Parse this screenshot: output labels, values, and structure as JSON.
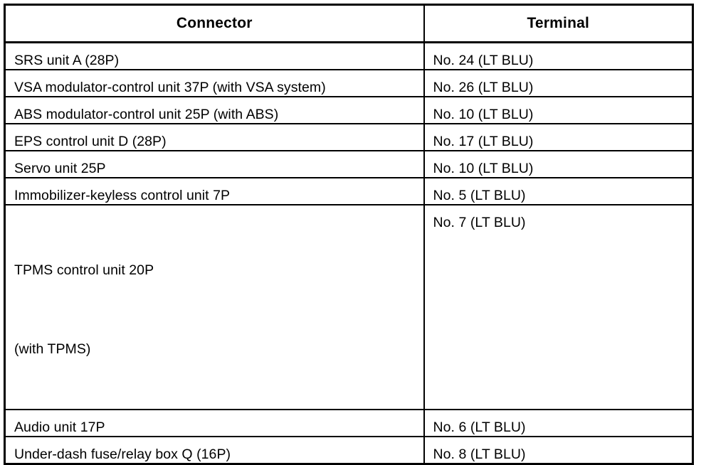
{
  "table": {
    "headers": {
      "connector": "Connector",
      "terminal": "Terminal"
    },
    "rows": [
      {
        "connector": "SRS unit A (28P)",
        "terminal": "No. 24 (LT BLU)"
      },
      {
        "connector": "VSA modulator-control unit 37P (with VSA system)",
        "terminal": "No. 26 (LT BLU)"
      },
      {
        "connector": "ABS modulator-control unit 25P (with ABS)",
        "terminal": "No. 10 (LT BLU)"
      },
      {
        "connector": "EPS control unit D (28P)",
        "terminal": "No. 17 (LT BLU)"
      },
      {
        "connector": "Servo unit 25P",
        "terminal": "No. 10 (LT BLU)"
      },
      {
        "connector": "Immobilizer-keyless control unit 7P",
        "terminal": "No. 5 (LT BLU)"
      },
      {
        "connector_line1": "TPMS control unit 20P",
        "connector_line2": "(with TPMS)",
        "terminal": "No. 7 (LT BLU)"
      },
      {
        "connector": "Audio unit 17P",
        "terminal": "No. 6 (LT BLU)"
      },
      {
        "connector": "Under-dash fuse/relay box Q (16P)",
        "terminal": "No. 8 (LT BLU)"
      }
    ]
  },
  "style": {
    "text_color": "#000000",
    "background_color": "#ffffff",
    "border_color": "#000000"
  }
}
